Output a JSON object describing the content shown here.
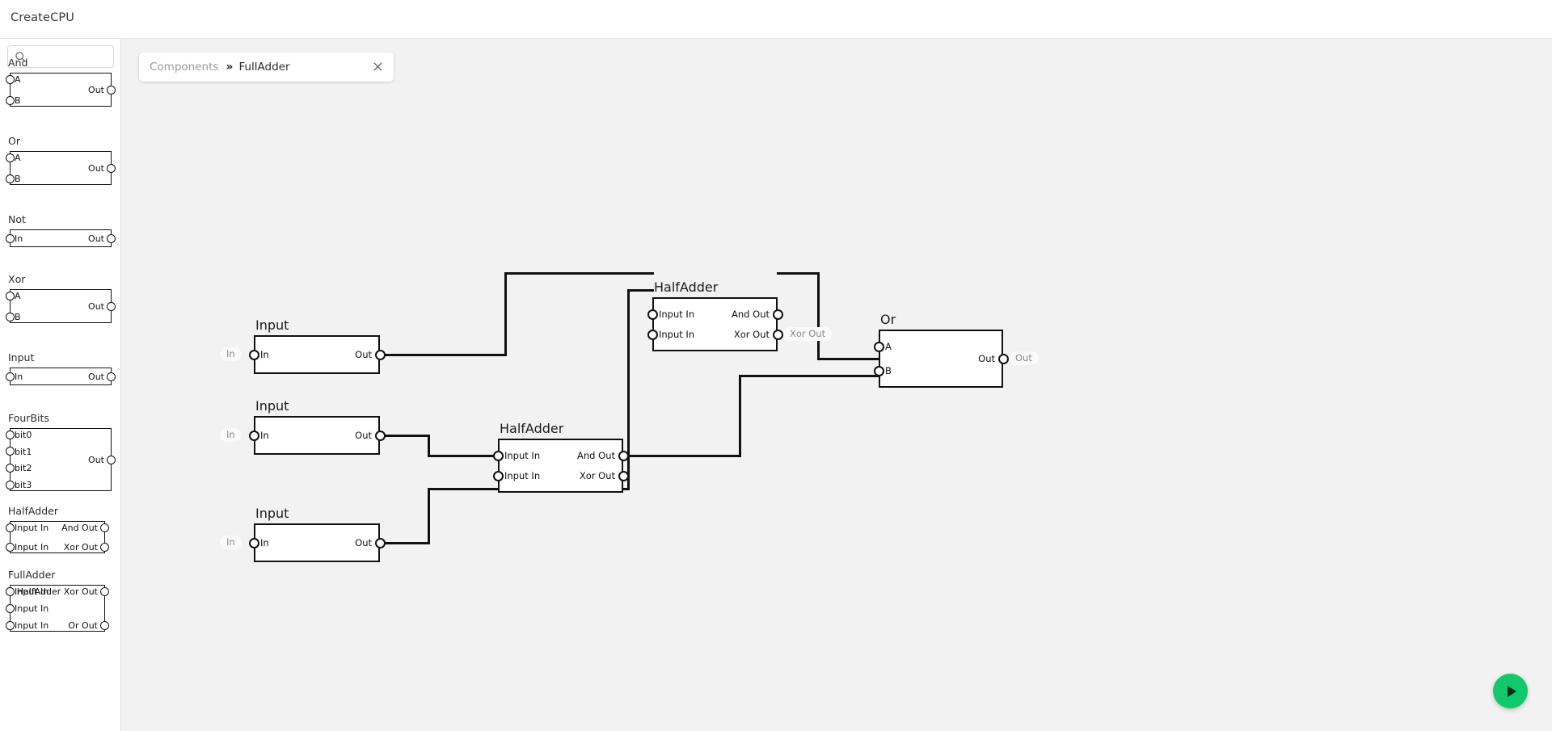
{
  "app": {
    "title": "CreateCPU"
  },
  "search": {
    "value": "",
    "placeholder": "",
    "icon": "search-icon"
  },
  "tab": {
    "breadcrumb": "Components",
    "separator": "»",
    "title": "FullAdder",
    "close_icon": "close-icon"
  },
  "colors": {
    "canvas_bg": "#f2f2f2",
    "panel_bg": "#ffffff",
    "chip_stroke": "#111111",
    "wire": "#111111",
    "run_button": "#11c96a",
    "muted_text": "#8a8a8a",
    "breadcrumb_text": "#9a9a9a"
  },
  "sidebar": {
    "components": [
      {
        "name": "And",
        "inputs": [
          "A",
          "B"
        ],
        "outputs": [
          "Out"
        ]
      },
      {
        "name": "Or",
        "inputs": [
          "A",
          "B"
        ],
        "outputs": [
          "Out"
        ]
      },
      {
        "name": "Not",
        "inputs": [
          "In"
        ],
        "outputs": [
          "Out"
        ]
      },
      {
        "name": "Xor",
        "inputs": [
          "A",
          "B"
        ],
        "outputs": [
          "Out"
        ]
      },
      {
        "name": "Input",
        "inputs": [
          "In"
        ],
        "outputs": [
          "Out"
        ]
      },
      {
        "name": "FourBits",
        "inputs": [
          "bit0",
          "bit1",
          "bit2",
          "bit3"
        ],
        "outputs": [
          "Out"
        ]
      },
      {
        "name": "HalfAdder",
        "inputs": [
          "Input In",
          "Input In"
        ],
        "outputs": [
          "And Out",
          "Xor Out"
        ]
      },
      {
        "name": "FullAdder",
        "inputs": [
          "Input In",
          "Input In",
          "Input In"
        ],
        "outputs": [
          "HalfAdder Xor Out",
          "Or Out"
        ]
      }
    ]
  },
  "canvas": {
    "nodes": [
      {
        "id": "input1",
        "name": "Input",
        "inputs": [
          "In"
        ],
        "outputs": [
          "Out"
        ],
        "ext_in": [
          "In"
        ],
        "ext_out": []
      },
      {
        "id": "input2",
        "name": "Input",
        "inputs": [
          "In"
        ],
        "outputs": [
          "Out"
        ],
        "ext_in": [
          "In"
        ],
        "ext_out": []
      },
      {
        "id": "input3",
        "name": "Input",
        "inputs": [
          "In"
        ],
        "outputs": [
          "Out"
        ],
        "ext_in": [
          "In"
        ],
        "ext_out": []
      },
      {
        "id": "half1",
        "name": "HalfAdder",
        "inputs": [
          "Input In",
          "Input In"
        ],
        "outputs": [
          "And Out",
          "Xor Out"
        ],
        "ext_in": [],
        "ext_out": [
          "Xor Out"
        ]
      },
      {
        "id": "half2",
        "name": "HalfAdder",
        "inputs": [
          "Input In",
          "Input In"
        ],
        "outputs": [
          "And Out",
          "Xor Out"
        ],
        "ext_in": [],
        "ext_out": []
      },
      {
        "id": "or1",
        "name": "Or",
        "inputs": [
          "A",
          "B"
        ],
        "outputs": [
          "Out"
        ],
        "ext_in": [],
        "ext_out": [
          "Out"
        ]
      }
    ]
  },
  "run_button": {
    "label": "Run",
    "icon": "play-icon"
  }
}
